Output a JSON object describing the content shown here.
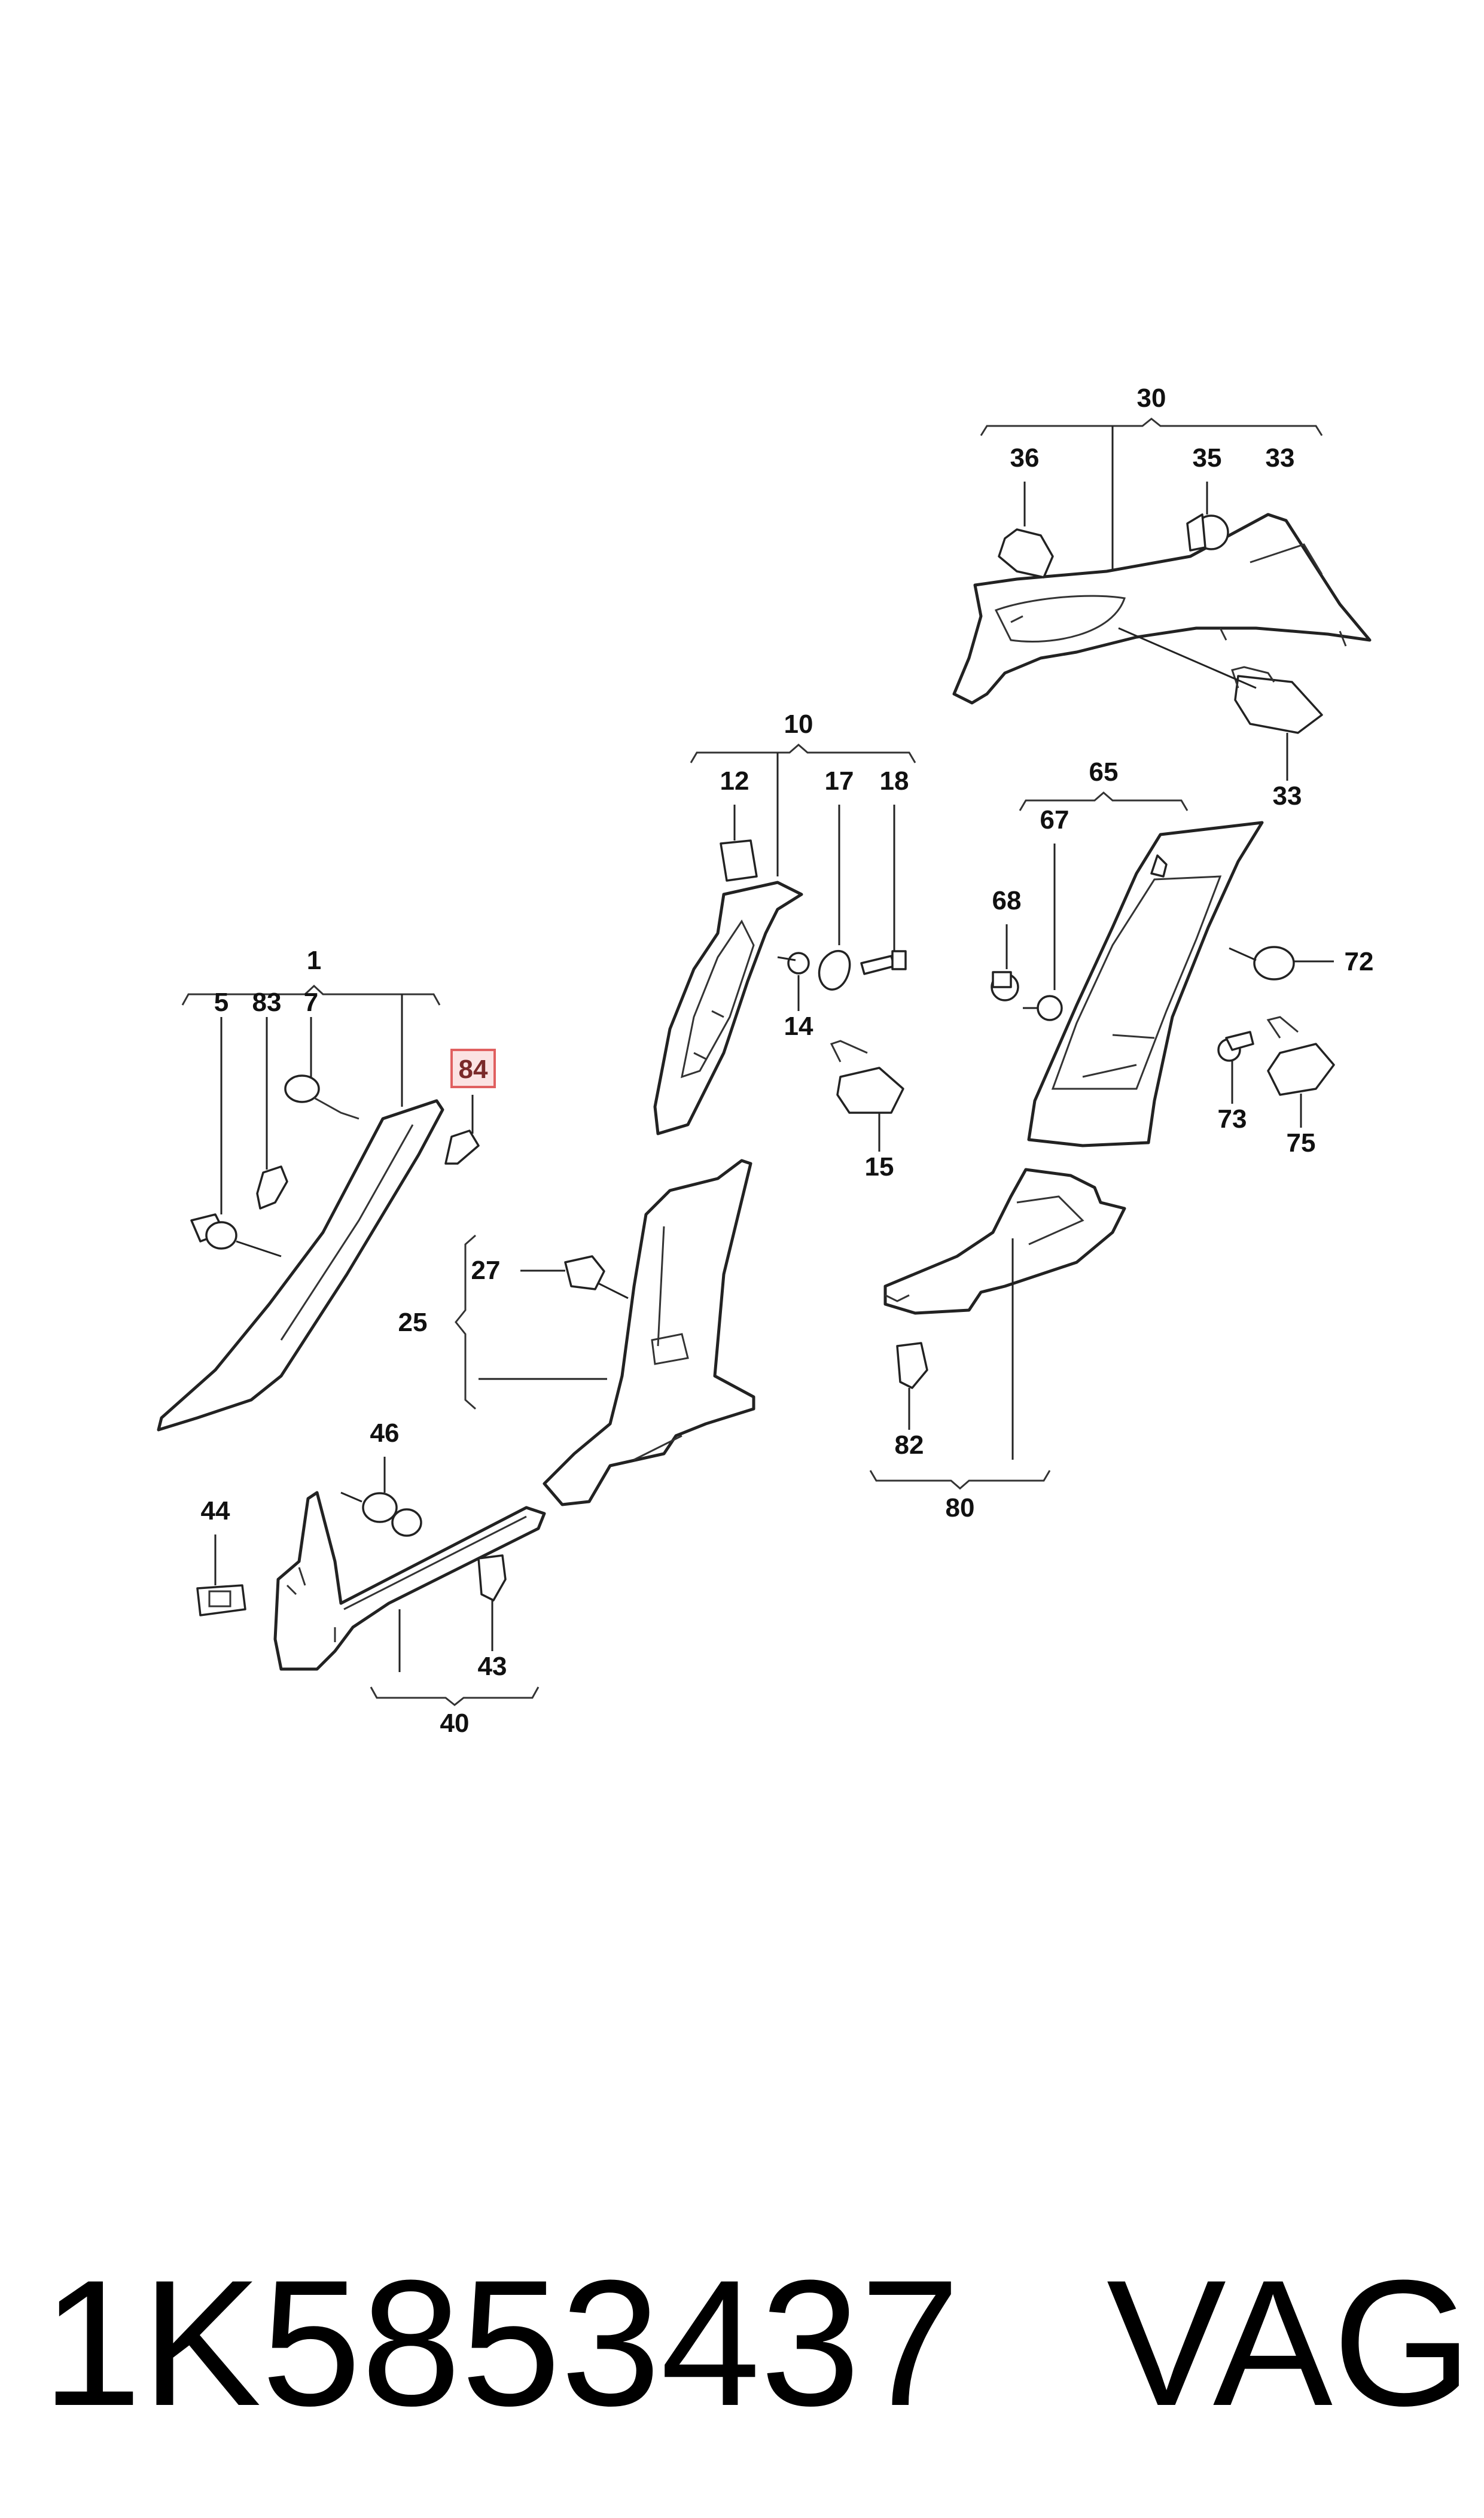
{
  "callouts": {
    "c1": "1",
    "c5": "5",
    "c83": "83",
    "c7": "7",
    "c84": "84",
    "c10": "10",
    "c12": "12",
    "c17": "17",
    "c18": "18",
    "c14": "14",
    "c15": "15",
    "c30": "30",
    "c36": "36",
    "c35": "35",
    "c33a": "33",
    "c33b": "33",
    "c65": "65",
    "c67": "67",
    "c68": "68",
    "c72": "72",
    "c73": "73",
    "c75": "75",
    "c25": "25",
    "c27": "27",
    "c80": "80",
    "c82": "82",
    "c40": "40",
    "c43": "43",
    "c44": "44",
    "c46": "46"
  },
  "highlight": {
    "label": "84",
    "border_color": "#e06060",
    "fill_color": "#fbe3e3"
  },
  "footer": {
    "part_number": "1K5853437",
    "brand": "VAG"
  }
}
